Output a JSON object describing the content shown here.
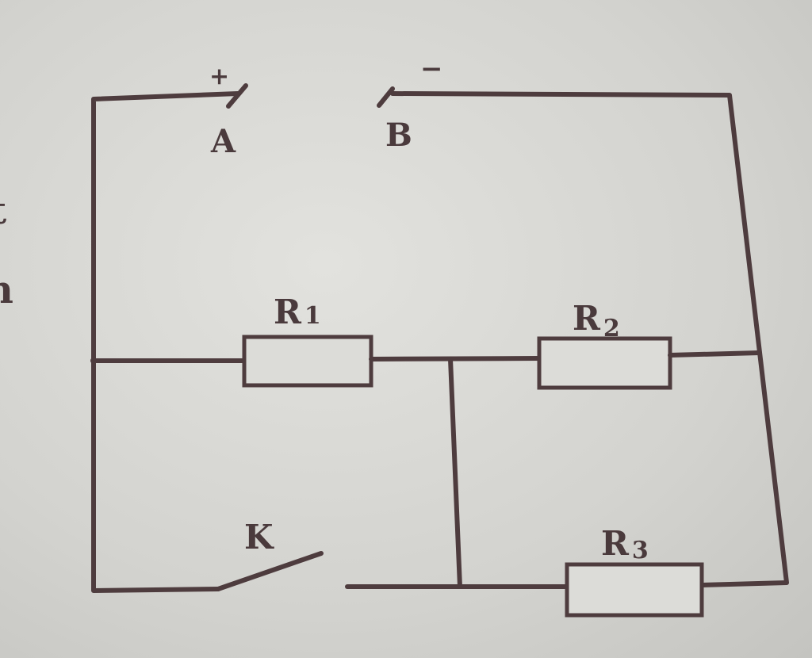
{
  "diagram": {
    "type": "electric circuit",
    "terminals": {
      "a": {
        "label": "A",
        "polarity": "+"
      },
      "b": {
        "label": "B",
        "polarity": "−"
      }
    },
    "resistors": [
      {
        "label": "R",
        "sub": "1"
      },
      {
        "label": "R",
        "sub": "2"
      },
      {
        "label": "R",
        "sub": "3"
      }
    ],
    "switch": {
      "label": "K",
      "state": "open"
    },
    "margin_text": [
      "t",
      "n"
    ],
    "wire_color": "#4e3c3e"
  }
}
